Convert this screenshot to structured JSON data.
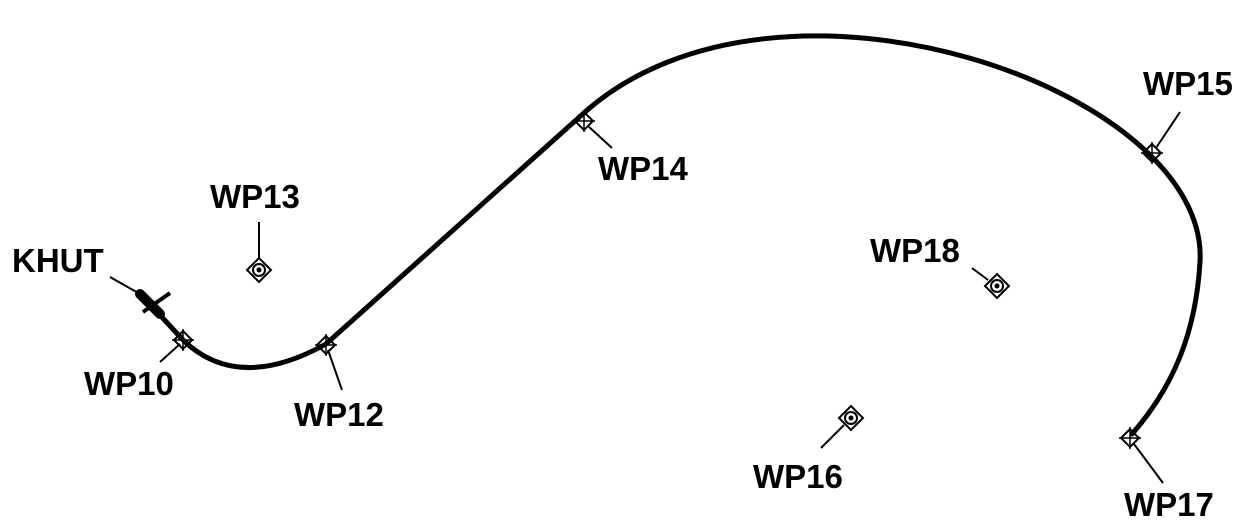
{
  "route": {
    "origin": "KHUT",
    "line_color": "#000000",
    "waypoints": [
      {
        "id": "wp10",
        "label": "WP10",
        "symbol": "flyby-waypoint-icon"
      },
      {
        "id": "wp12",
        "label": "WP12",
        "symbol": "flyby-waypoint-icon"
      },
      {
        "id": "wp13",
        "label": "WP13",
        "symbol": "reference-waypoint-icon"
      },
      {
        "id": "wp14",
        "label": "WP14",
        "symbol": "flyby-waypoint-icon"
      },
      {
        "id": "wp15",
        "label": "WP15",
        "symbol": "flyby-waypoint-icon"
      },
      {
        "id": "wp16",
        "label": "WP16",
        "symbol": "reference-waypoint-icon"
      },
      {
        "id": "wp17",
        "label": "WP17",
        "symbol": "flyby-waypoint-icon"
      },
      {
        "id": "wp18",
        "label": "WP18",
        "symbol": "reference-waypoint-icon"
      }
    ]
  },
  "airport": {
    "label": "KHUT",
    "symbol": "runway-icon"
  }
}
